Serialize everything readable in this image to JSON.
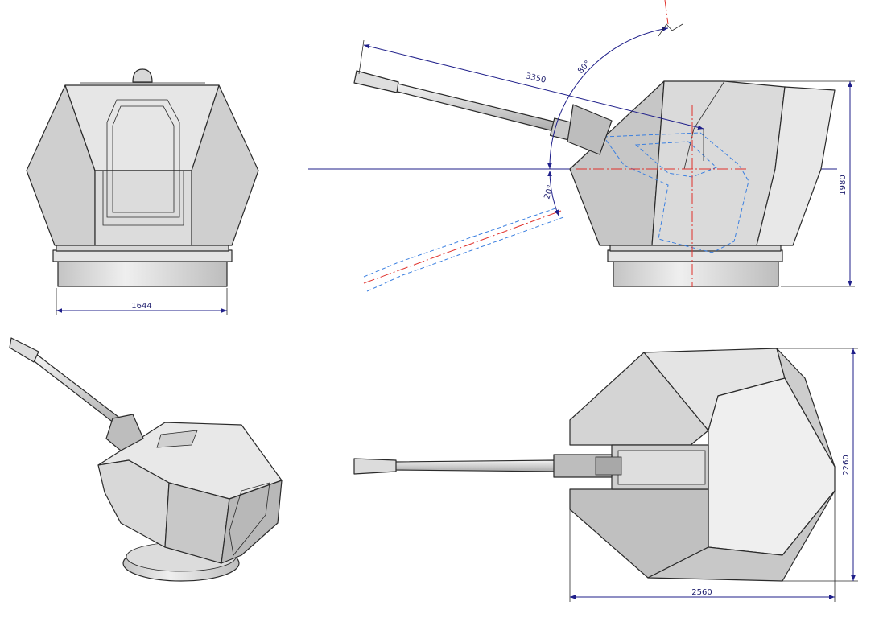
{
  "dimensions": {
    "front_width": "1644",
    "barrel_length": "3350",
    "elevation_up": "80°",
    "elevation_down": "20°",
    "side_height": "1980",
    "top_length": "2560",
    "top_width": "2260"
  },
  "colors": {
    "dimension": "#1f1f8a",
    "hidden_line": "#3a7fe0",
    "center_line": "#e0302a",
    "face_light": "#ececec",
    "face_mid": "#d2d2d2",
    "face_dark": "#b4b4b4"
  }
}
